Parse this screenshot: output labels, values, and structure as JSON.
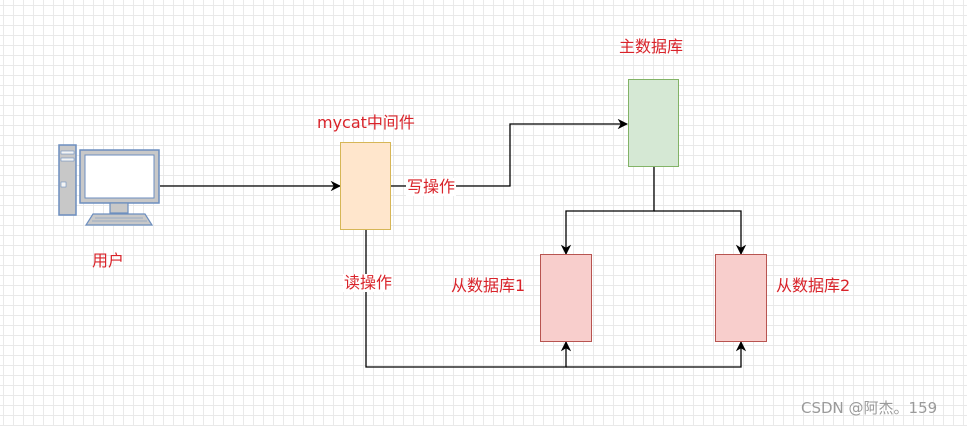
{
  "nodes": {
    "user": {
      "label": "用户"
    },
    "mycat": {
      "label": "mycat中间件"
    },
    "master_db": {
      "label": "主数据库"
    },
    "slave_db_1": {
      "label": "从数据库1"
    },
    "slave_db_2": {
      "label": "从数据库2"
    }
  },
  "edges": {
    "write": {
      "label": "写操作"
    },
    "read": {
      "label": "读操作"
    }
  },
  "watermark": {
    "text": "CSDN @阿杰。159"
  },
  "colors": {
    "label_text": "#d9232a",
    "line": "#000000",
    "mycat_fill": "#ffe6cc",
    "mycat_border": "#d6b656",
    "master_fill": "#d5e8d4",
    "master_border": "#82b366",
    "slave_fill": "#f8cecc",
    "slave_border": "#b85450",
    "computer_fill": "#dae8fc",
    "computer_border": "#6c8ebf",
    "watermark_text": "#9a9a9a"
  }
}
